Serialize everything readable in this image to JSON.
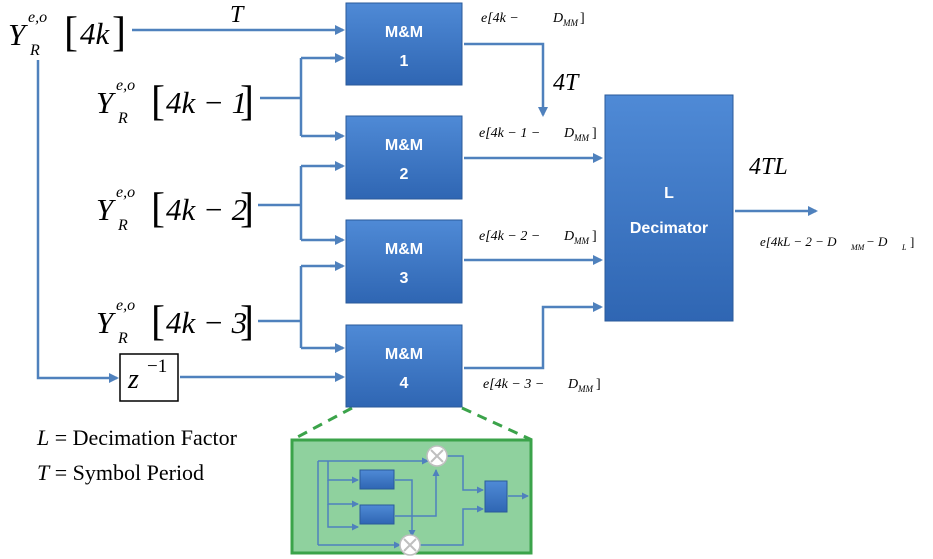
{
  "colors": {
    "block_fill": "#3f78c8",
    "block_edge": "#2a5a9a",
    "wire": "#4f81bd",
    "detail_bg": "#8fd19e",
    "detail_border": "#3ba34a"
  },
  "inputs": [
    {
      "sym": "Y",
      "sup": "e,o",
      "sub": "R",
      "arg": "4k"
    },
    {
      "sym": "Y",
      "sup": "e,o",
      "sub": "R",
      "arg": "4k − 1"
    },
    {
      "sym": "Y",
      "sup": "e,o",
      "sub": "R",
      "arg": "4k − 2"
    },
    {
      "sym": "Y",
      "sup": "e,o",
      "sub": "R",
      "arg": "4k − 3"
    }
  ],
  "delay": {
    "base": "z",
    "exp": "−1"
  },
  "period_label": "T",
  "mm_blocks": [
    {
      "title": "M&M",
      "num": "1"
    },
    {
      "title": "M&M",
      "num": "2"
    },
    {
      "title": "M&M",
      "num": "3"
    },
    {
      "title": "M&M",
      "num": "4"
    }
  ],
  "mm_outputs": [
    {
      "head": "e[4k − ",
      "sub_base": "D",
      "sub": "MM",
      "tail": "]"
    },
    {
      "head": "e[4k − 1 − ",
      "sub_base": "D",
      "sub": "MM",
      "tail": "]"
    },
    {
      "head": "e[4k − 2 − ",
      "sub_base": "D",
      "sub": "MM",
      "tail": "]"
    },
    {
      "head": "e[4k − 3 − ",
      "sub_base": "D",
      "sub": "MM",
      "tail": "]"
    }
  ],
  "rate_4T": "4T",
  "decimator": {
    "line1": "L",
    "line2": "Decimator"
  },
  "rate_4TL": "4TL",
  "final_output": "e[4kL − 2 − D",
  "final_output_sub1": "MM",
  "final_output_mid": " − D",
  "final_output_sub2": "L",
  "final_output_end": "]",
  "legend": [
    {
      "sym": "L",
      "text": " = Decimation Factor"
    },
    {
      "sym": "T",
      "text": " = Symbol Period"
    }
  ]
}
